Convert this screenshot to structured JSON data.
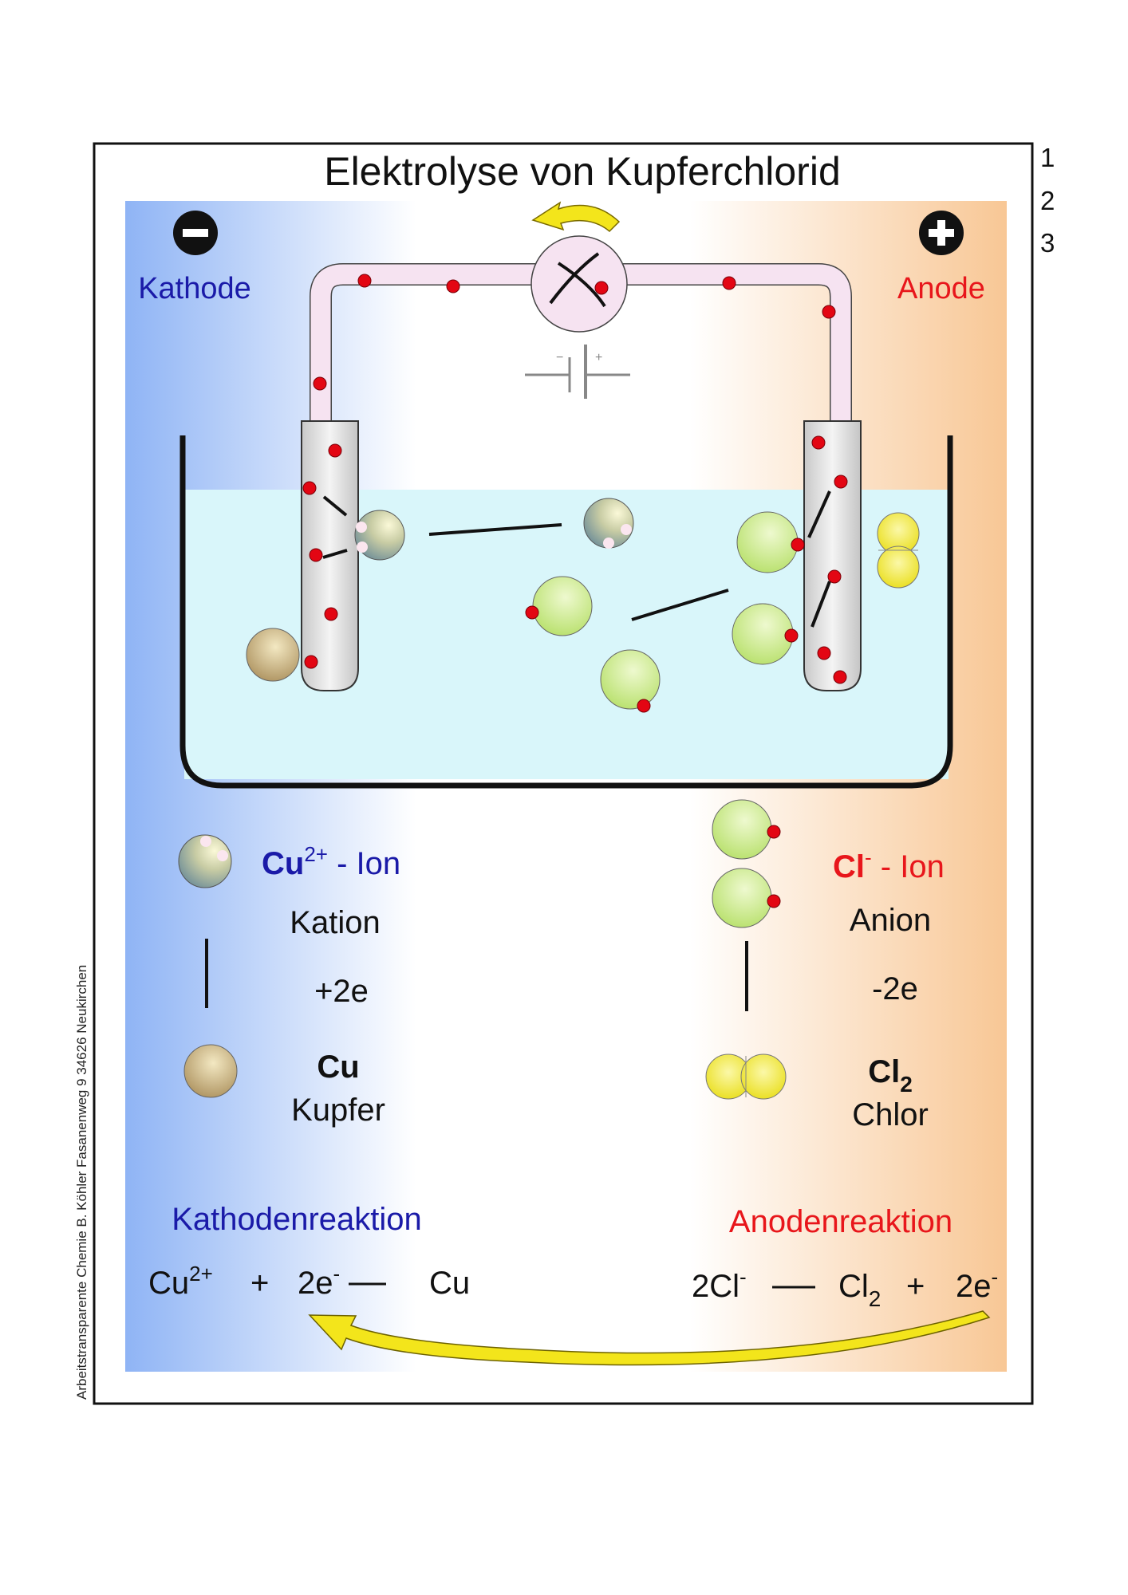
{
  "title": "Elektrolyse von Kupferchlorid",
  "page_numbers": [
    "1",
    "2",
    "3"
  ],
  "side_credit": "Arbeitstransparente Chemie   B. Köhler   Fasanenweg 9   34626   Neukirchen",
  "electrodes": {
    "cathode_label": "Kathode",
    "anode_label": "Anode",
    "cathode_sign": "−",
    "anode_sign": "+",
    "battery_minus": "−",
    "battery_plus": "+"
  },
  "legend": {
    "cation": {
      "ion_symbol": "Cu",
      "ion_charge": "2+",
      "ion_suffix": " - Ion",
      "class_name": "Kation",
      "change": "+2e",
      "product_symbol": "Cu",
      "product_name": "Kupfer"
    },
    "anion": {
      "ion_symbol": "Cl",
      "ion_charge": "-",
      "ion_suffix": " - Ion",
      "class_name": "Anion",
      "change": "-2e",
      "product_symbol": "Cl",
      "product_subscript": "2",
      "product_name": "Chlor"
    }
  },
  "reactions": {
    "cathode_title": "Kathodenreaktion",
    "anode_title": "Anodenreaktion",
    "cathode_reactant": "Cu",
    "cathode_reactant_charge": "2+",
    "cathode_plus": "+",
    "cathode_electrons": "2e",
    "cathode_electrons_charge": "-",
    "cathode_product": "Cu",
    "anode_reactant": "2Cl",
    "anode_reactant_charge": "-",
    "anode_product": "Cl",
    "anode_product_subscript": "2",
    "anode_plus": "+",
    "anode_electrons": "2e",
    "anode_electrons_charge": "-"
  },
  "colors": {
    "cathode_blue": "#1a1aa8",
    "anode_red": "#e8161b",
    "electron_red": "#e30613",
    "electrolyte": "#d9f6fa",
    "wire_pink": "#f6e3f1",
    "gradient_left": "#8fb4f5",
    "gradient_right": "#f8c795",
    "chlorine_atom": "#c9ec84",
    "chlorine_molecule": "#f2ea1f",
    "copper_atom": "#c9b07a",
    "arrow_yellow": "#f3e51b"
  }
}
